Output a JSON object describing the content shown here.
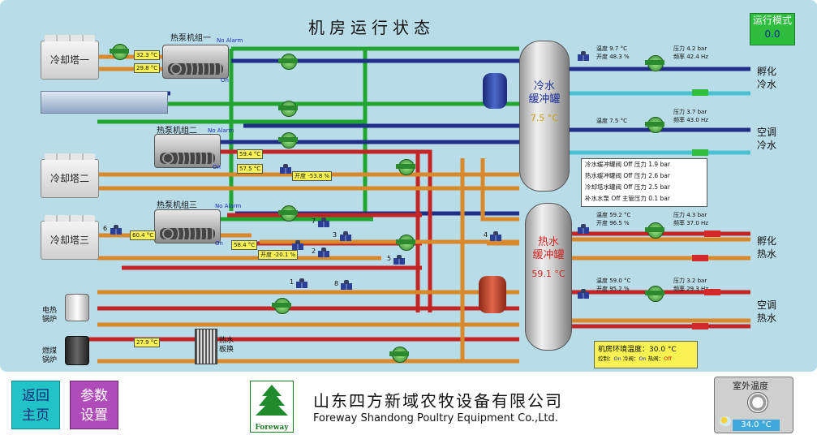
{
  "title": "机房运行状态",
  "mode": {
    "label": "运行模式",
    "value": "0.0"
  },
  "towers": {
    "t1": "冷却塔一",
    "t2": "冷却塔二",
    "t3": "冷却塔三"
  },
  "units": [
    {
      "name": "热泵机组一",
      "alarm": "No Alarm",
      "state": "On",
      "v1": "32.3 °C",
      "v2": "29.8 °C"
    },
    {
      "name": "热泵机组二",
      "alarm": "No Alarm",
      "state": "On",
      "v1": "59.4 °C",
      "v2": "57.5 °C",
      "opening": "开度 -53.8 %"
    },
    {
      "name": "热泵机组三",
      "alarm": "No Alarm",
      "state": "On",
      "v1": "60.4 °C",
      "v2": "58.4 °C",
      "opening": "开度 -20.1 %"
    }
  ],
  "tanks": {
    "cold": {
      "name_l1": "冷水",
      "name_l2": "缓冲罐",
      "temp": "7.5 °C"
    },
    "hot": {
      "name_l1": "热水",
      "name_l2": "缓冲罐",
      "temp": "59.1 °C"
    }
  },
  "branches": {
    "cold_hatch": {
      "temp": "温度 9.7 °C",
      "open": "开度 48.3 %",
      "pres": "压力 4.2 bar",
      "freq": "频率 42.4 Hz",
      "l1": "孵化",
      "l2": "冷水"
    },
    "cold_ac": {
      "temp": "温度 7.5 °C",
      "pres": "压力 3.7 bar",
      "freq": "频率 43.0 Hz",
      "l1": "空调",
      "l2": "冷水"
    },
    "hot_hatch": {
      "temp": "温度 59.2 °C",
      "open": "开度 96.5 %",
      "pres": "压力 4.3 bar",
      "freq": "频率 37.0 Hz",
      "l1": "孵化",
      "l2": "热水"
    },
    "hot_ac": {
      "temp": "温度 59.0 °C",
      "open": "开度 95.2 %",
      "pres": "压力 3.2 bar",
      "freq": "频率 29.3 Hz",
      "l1": "空调",
      "l2": "热水"
    }
  },
  "info": [
    "冷水缓冲罐阀 Off  压力 1.9 bar",
    "热水缓冲罐阀 Off  压力 2.6 bar",
    "冷却塔水罐阀 Off  压力 2.5 bar",
    "补水水泵 Off  主管压力 0.1 bar"
  ],
  "valve_numbers": [
    "1",
    "2",
    "3",
    "4",
    "5",
    "6",
    "7",
    "8"
  ],
  "boilers": {
    "electric": "电热\n锅炉",
    "coal": "燃煤\n锅炉",
    "hx": "热水\n板换",
    "hx_temp": "27.9 °C"
  },
  "env": {
    "label": "机房环境温度：",
    "value": "30.0 °C",
    "ctrl": "控制：",
    "on1": "On",
    "cold_v": "冷阀：",
    "on2": "On",
    "hot_v": "热阀：",
    "off": "Off"
  },
  "buttons": {
    "back": "返回\n主页",
    "param": "参数\n设置"
  },
  "company": {
    "cn": "山东四方新域农牧设备有限公司",
    "en": "Foreway Shandong Poultry Equipment Co.,Ltd.",
    "logo": "Foreway"
  },
  "outdoor": {
    "label": "室外温度",
    "value": "34.0 °C"
  },
  "colors": {
    "green_pipe": "#22a532",
    "blue_pipe": "#1f2e86",
    "orange_pipe": "#d9892b",
    "red_pipe": "#c42424",
    "cyan_pipe": "#48c2d2"
  }
}
